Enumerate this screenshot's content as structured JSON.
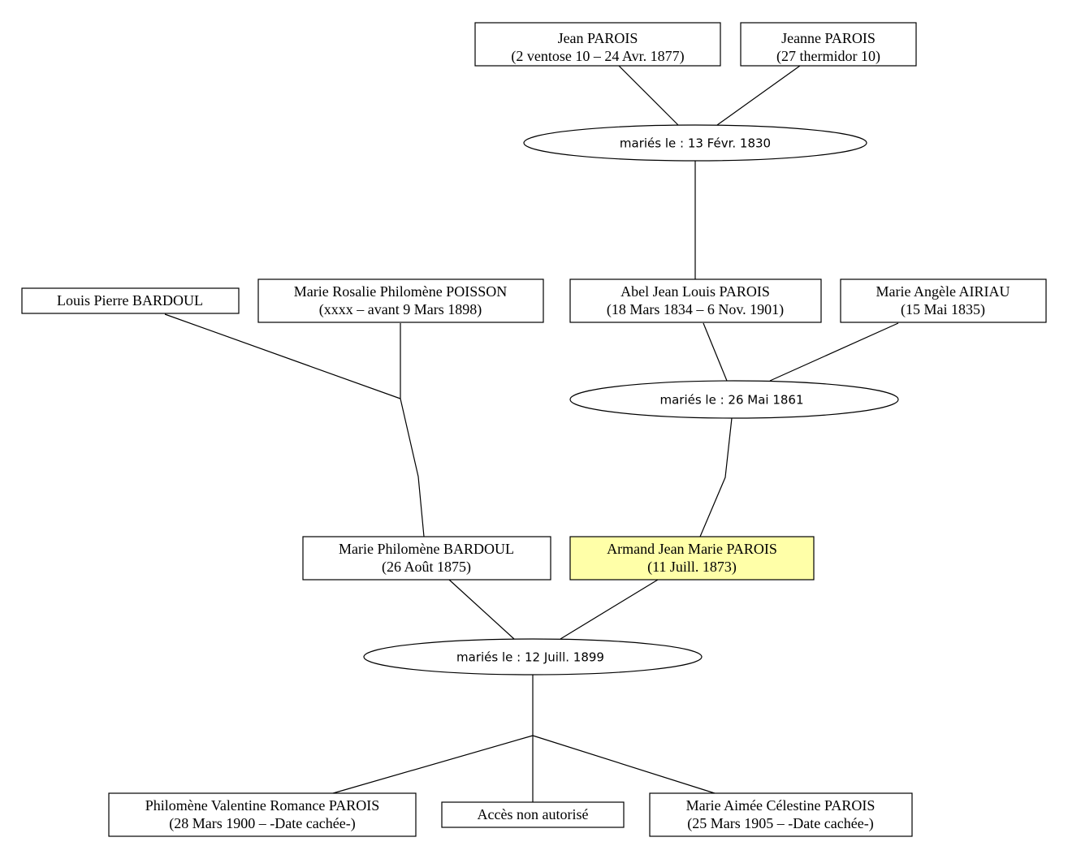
{
  "persons": {
    "jean_parois": {
      "name": "Jean PAROIS",
      "dates": "(2 ventose 10 – 24 Avr. 1877)"
    },
    "jeanne_parois": {
      "name": "Jeanne PAROIS",
      "dates": "(27 thermidor 10)"
    },
    "louis_bardoul": {
      "name": "Louis Pierre BARDOUL",
      "dates": ""
    },
    "marie_poisson": {
      "name": "Marie Rosalie Philomène POISSON",
      "dates": "(xxxx – avant 9 Mars 1898)"
    },
    "abel_parois": {
      "name": "Abel Jean Louis PAROIS",
      "dates": "(18 Mars 1834 – 6 Nov. 1901)"
    },
    "marie_airiau": {
      "name": "Marie Angèle AIRIAU",
      "dates": "(15 Mai 1835)"
    },
    "marie_bardoul": {
      "name": "Marie Philomène BARDOUL",
      "dates": "(26 Août 1875)"
    },
    "armand_parois": {
      "name": "Armand Jean Marie PAROIS",
      "dates": "(11 Juill. 1873)"
    },
    "philomene_parois": {
      "name": "Philomène Valentine Romance PAROIS",
      "dates": "(28 Mars 1900 – -Date cachée-)"
    },
    "acces": {
      "name": "Accès non autorisé",
      "dates": ""
    },
    "marie_aimee_parois": {
      "name": "Marie Aimée Célestine PAROIS",
      "dates": "(25 Mars 1905 – -Date cachée-)"
    }
  },
  "marriages": {
    "m1830": {
      "label": "mariés le : 13 Févr. 1830"
    },
    "m1861": {
      "label": "mariés le : 26 Mai 1861"
    },
    "m1899": {
      "label": "mariés le : 12 Juill. 1899"
    }
  },
  "colors": {
    "highlight": "#ffffa8",
    "box": "#ffffff",
    "line": "#000000"
  }
}
